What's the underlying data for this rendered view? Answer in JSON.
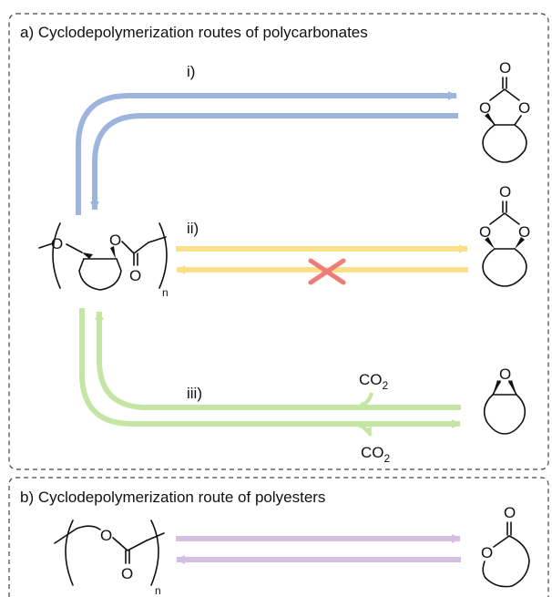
{
  "panels": [
    {
      "label": "a) Cyclodepolymerization routes of polycarbonates"
    },
    {
      "label": "b) Cyclodepolymerization route of polyesters"
    }
  ],
  "routes": [
    {
      "label": "i)",
      "color": "#9db4dc"
    },
    {
      "label": "ii)",
      "color": "#fbe08a",
      "blocked_mark_color": "#ef7b7b"
    },
    {
      "label": "iii)",
      "color": "#c4e5a4"
    },
    {
      "label": "",
      "color": "#d3bfe0"
    }
  ],
  "atoms": {
    "oxygen": "O",
    "co2_main": "CO",
    "co2_sub": "2",
    "repeat_n": "n"
  }
}
